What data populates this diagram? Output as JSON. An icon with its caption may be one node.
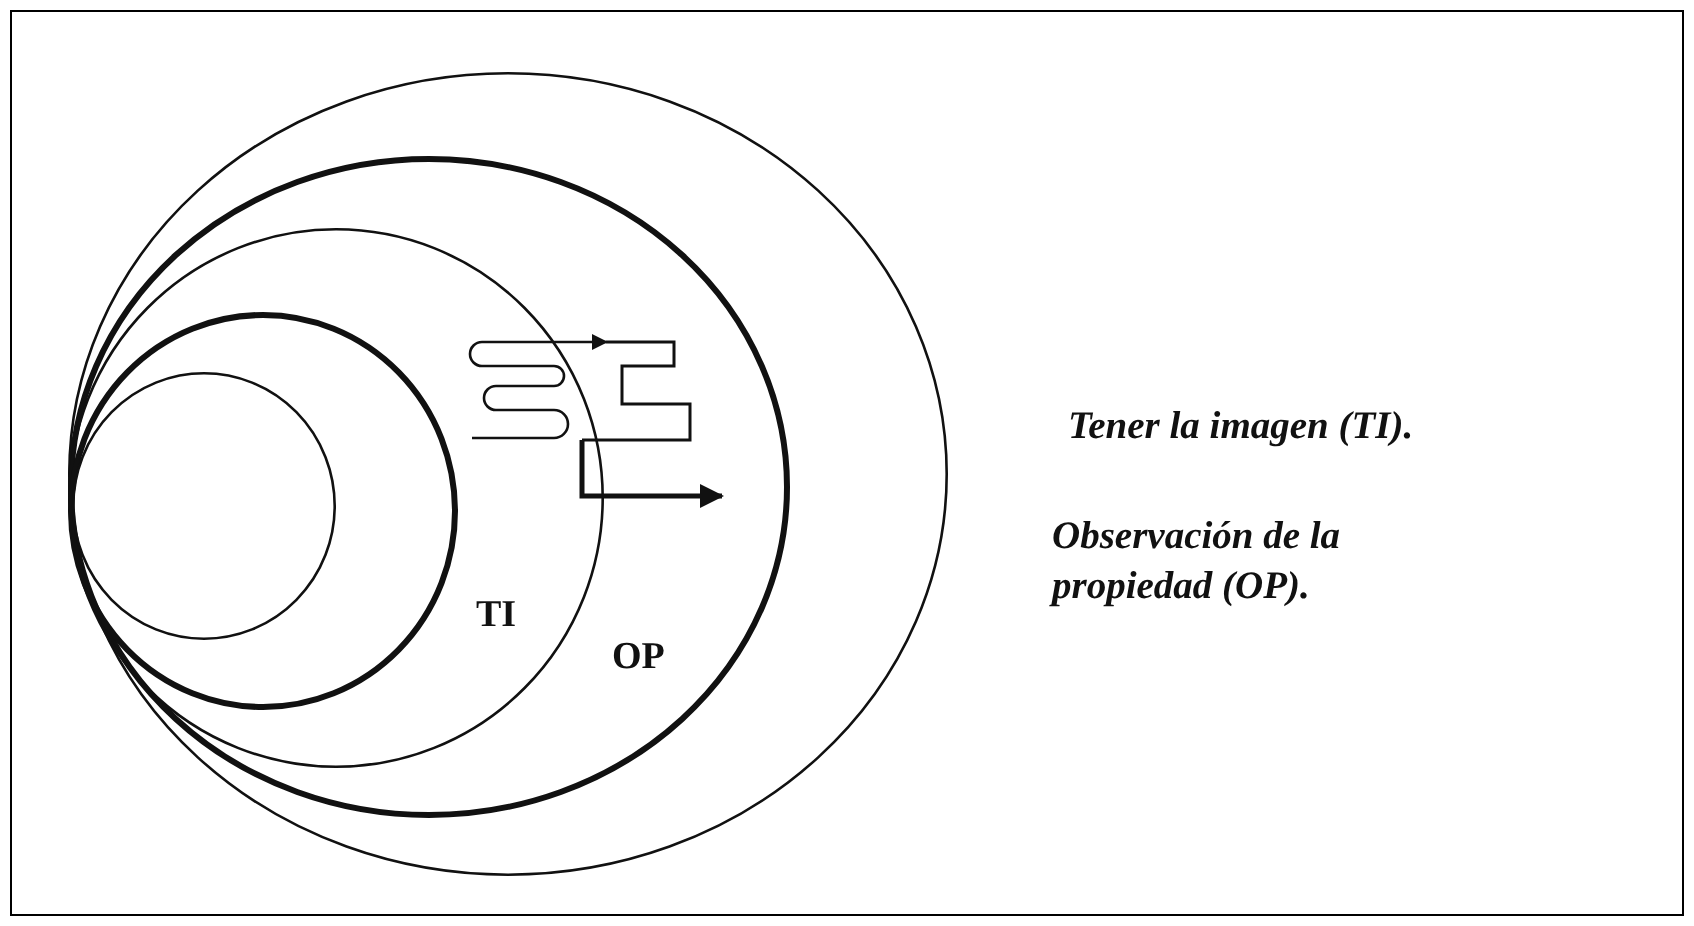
{
  "diagram": {
    "nodes": [
      {
        "text": [],
        "shape": "circle"
      },
      {
        "text": [
          "OP"
        ],
        "in": 0
      },
      {
        "text": [
          "TI"
        ],
        "in": 1
      },
      {
        "text": [],
        "shape": "circle",
        "in": 2
      },
      {
        "text": [],
        "shape": "circle",
        "in": 3
      }
    ],
    "labels": [
      "Tener la imagen (TI).",
      "Observación de la propiedad (OP)."
    ]
  }
}
